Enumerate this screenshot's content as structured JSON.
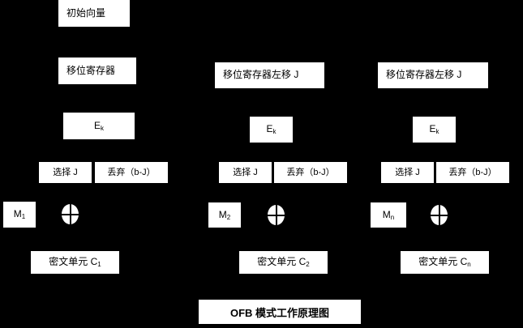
{
  "diagram": {
    "title": "OFB 模式工作原理图",
    "background_color": "#000000",
    "box_color": "#ffffff",
    "text_color": "#000000",
    "columns": [
      {
        "id": "block-1",
        "initial_vector": "初始向量",
        "shift_register": "移位寄存器",
        "cipher_function": "E",
        "cipher_function_sub": "k",
        "select": "选择 J",
        "discard": "丢弃（b-J）",
        "plaintext": "M",
        "plaintext_sub": "1",
        "xor": "xor-operator",
        "ciphertext": "密文单元 C",
        "ciphertext_sub": "1"
      },
      {
        "id": "block-2",
        "shift_register": "移位寄存器左移 J",
        "cipher_function": "E",
        "cipher_function_sub": "k",
        "select": "选择 J",
        "discard": "丢弃（b-J）",
        "plaintext": "M",
        "plaintext_sub": "2",
        "xor": "xor-operator",
        "ciphertext": "密文单元 C",
        "ciphertext_sub": "2"
      },
      {
        "id": "block-n",
        "shift_register": "移位寄存器左移 J",
        "cipher_function": "E",
        "cipher_function_sub": "k",
        "select": "选择 J",
        "discard": "丢弃（b-J）",
        "plaintext": "M",
        "plaintext_sub": "n",
        "xor": "xor-operator",
        "ciphertext": "密文单元 C",
        "ciphertext_sub": "n"
      }
    ]
  }
}
